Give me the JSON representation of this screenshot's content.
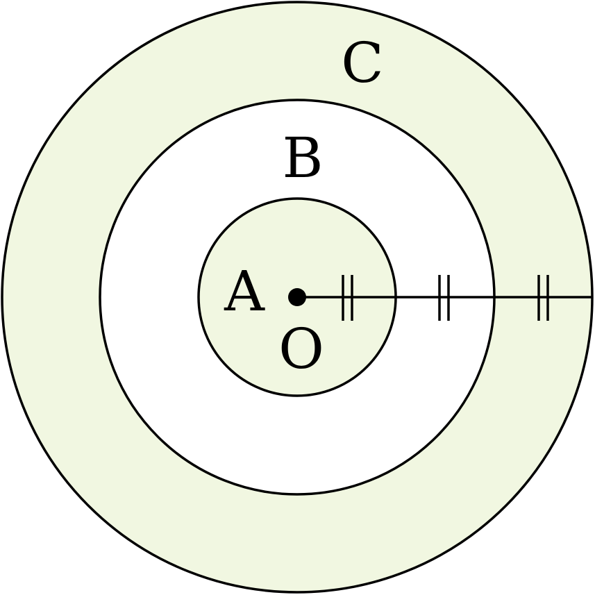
{
  "diagram": {
    "labels": {
      "inner": "A",
      "middle": "B",
      "outer": "C",
      "center": "O"
    },
    "colors": {
      "shaded_fill": "#f1f7e1",
      "unshaded_fill": "#ffffff",
      "stroke": "#000000"
    },
    "rings": [
      {
        "name": "A",
        "radius_ratio": 1,
        "shaded": true
      },
      {
        "name": "B",
        "radius_ratio": 2,
        "shaded": false
      },
      {
        "name": "C",
        "radius_ratio": 3,
        "shaded": true
      }
    ],
    "equal_segments_marker": "double-tick"
  }
}
